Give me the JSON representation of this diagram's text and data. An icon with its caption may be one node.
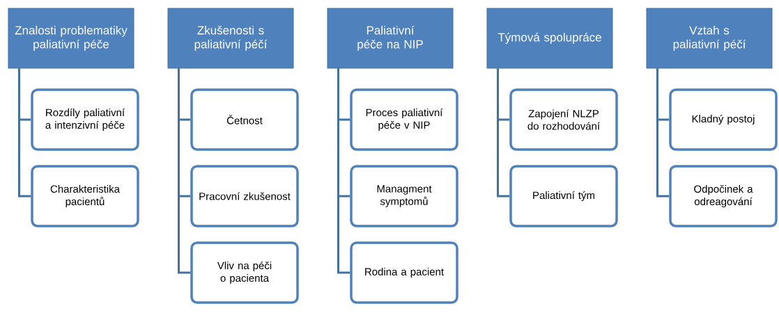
{
  "diagram": {
    "nodes": [
      {
        "text": [
          "Znalosti problematiky paliativní péče"
        ]
      },
      {
        "text": [
          "Rozdíly paliativní a intenzivní péče"
        ]
      },
      {
        "text": [
          "Charakteristika pacientů"
        ]
      },
      {
        "text": [
          "Zkušenosti s paliativní péčí"
        ]
      },
      {
        "text": [
          "Četnost"
        ]
      },
      {
        "text": [
          "Pracovní zkušenost"
        ]
      },
      {
        "text": [
          "Vliv na péči o pacienta"
        ]
      },
      {
        "text": [
          "Paliativní péče na NIP"
        ]
      },
      {
        "text": [
          "Proces paliativní péče v NIP"
        ]
      },
      {
        "text": [
          "Managment symptomů"
        ]
      },
      {
        "text": [
          "Rodina a pacient"
        ]
      },
      {
        "text": [
          "Týmová spolupráce"
        ]
      },
      {
        "text": [
          "Zapojení NLZP do rozhodování"
        ]
      },
      {
        "text": [
          "Paliativní tým"
        ]
      },
      {
        "text": [
          "Vztah s paliativní péčí"
        ]
      },
      {
        "text": [
          "Kladný postoj"
        ]
      },
      {
        "text": [
          "Odpočinek a odreagování"
        ]
      }
    ],
    "edges": [
      {
        "from": 0,
        "to": 1,
        "arrow": "none"
      },
      {
        "from": 0,
        "to": 2,
        "arrow": "none"
      },
      {
        "from": 3,
        "to": 4,
        "arrow": "none"
      },
      {
        "from": 3,
        "to": 5,
        "arrow": "none"
      },
      {
        "from": 3,
        "to": 6,
        "arrow": "none"
      },
      {
        "from": 7,
        "to": 8,
        "arrow": "none"
      },
      {
        "from": 7,
        "to": 9,
        "arrow": "none"
      },
      {
        "from": 7,
        "to": 10,
        "arrow": "none"
      },
      {
        "from": 11,
        "to": 12,
        "arrow": "none"
      },
      {
        "from": 11,
        "to": 13,
        "arrow": "none"
      },
      {
        "from": 14,
        "to": 15,
        "arrow": "none"
      },
      {
        "from": 14,
        "to": 16,
        "arrow": "none"
      }
    ]
  }
}
